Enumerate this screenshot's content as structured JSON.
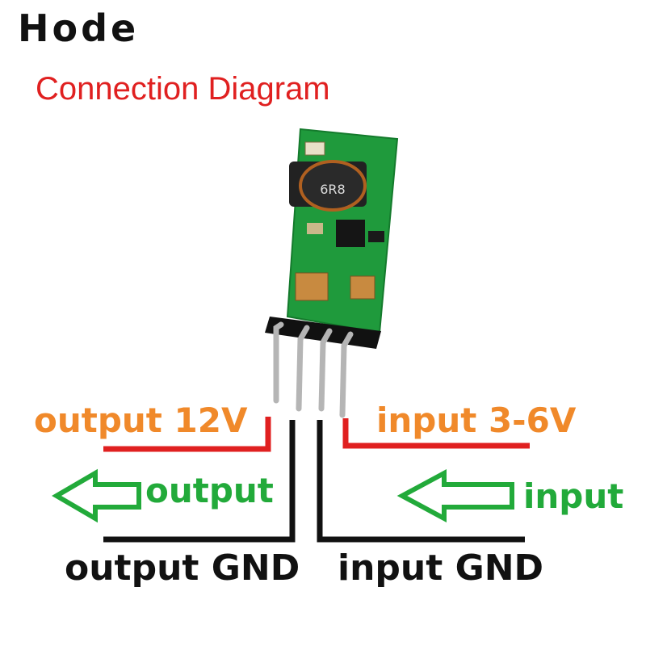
{
  "brand": {
    "name": "Hode"
  },
  "title": "Connection Diagram",
  "module": {
    "inductor_marking": "6R8"
  },
  "labels": {
    "output_voltage": "output 12V",
    "input_voltage": "input 3-6V",
    "output": "output",
    "input": "input",
    "output_gnd": "output GND",
    "input_gnd": "input GND"
  },
  "colors": {
    "title": "#e02020",
    "voltage_label": "#f0892a",
    "direction_label": "#22aa3a",
    "positive_wire": "#e02020",
    "ground_wire": "#111111",
    "pcb": "#1f9a3c"
  },
  "icons": [
    "output-arrow-icon",
    "input-arrow-icon"
  ]
}
